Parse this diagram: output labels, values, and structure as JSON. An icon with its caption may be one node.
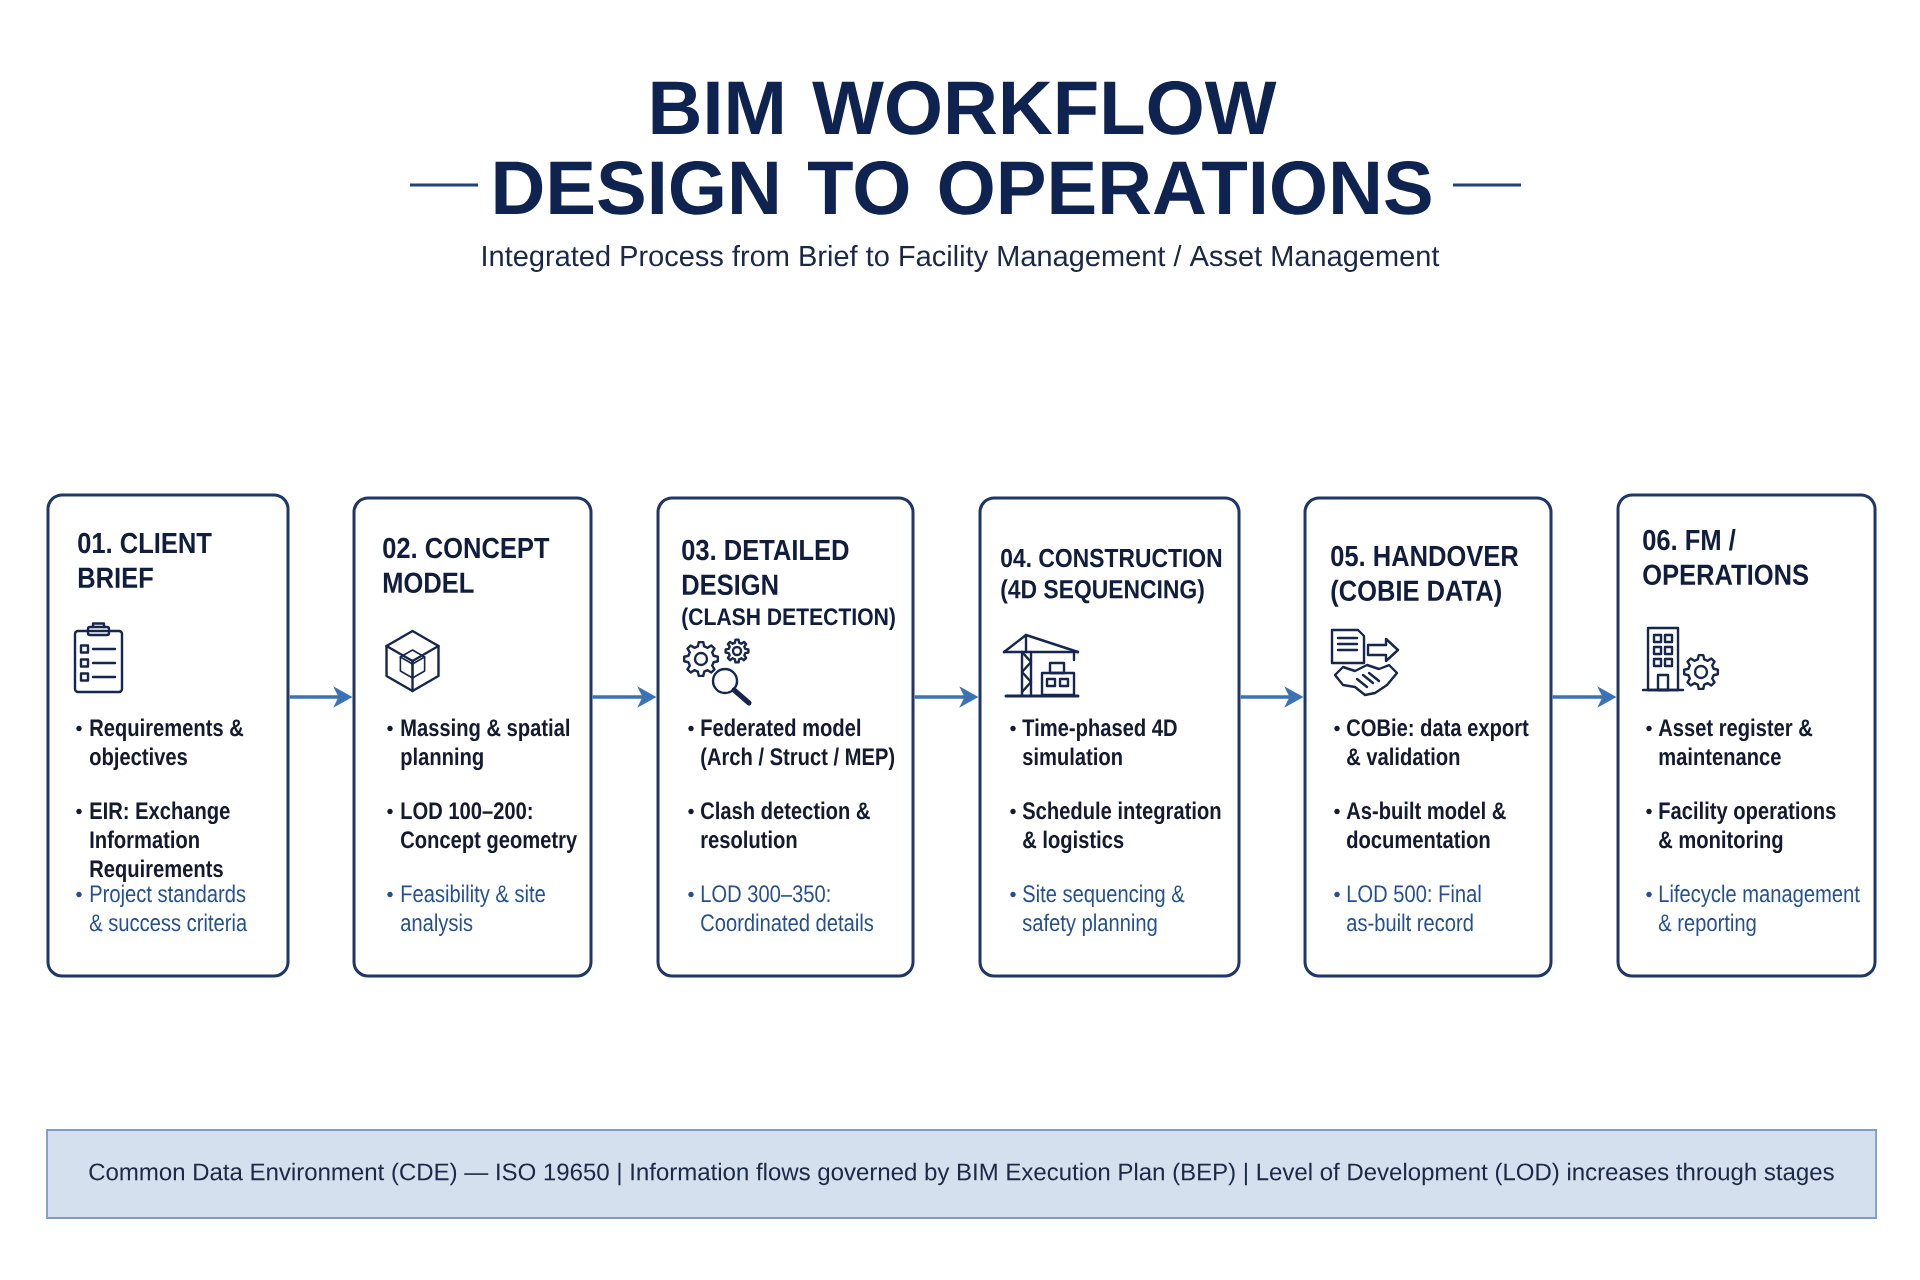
{
  "diagram": {
    "title": "BIM WORKFLOW DESIGN TO OPERATIONS",
    "nodes": [
      {
        "text": [
          "01. CLIENT BRIEF",
          "Requirements & objectives",
          "EIR: Exchange Information Requirements",
          "Project standards & success criteria"
        ]
      },
      {
        "text": [
          "02. CONCEPT MODEL",
          "Massing & spatial planning",
          "LOD 100–200: Concept geometry",
          "Feasibility & site analysis"
        ]
      },
      {
        "text": [
          "03. DETAILED DESIGN",
          "(CLASH DETECTION)",
          "Federated model (Arch / Struct / MEP)",
          "Clash detection & resolution",
          "LOD 300–350: Coordinated details"
        ]
      },
      {
        "text": [
          "04. CONSTRUCTION (4D SEQUENCING)",
          "Time-phased 4D simulation",
          "Schedule integration & logistics",
          "Site sequencing & safety planning"
        ]
      },
      {
        "text": [
          "05. HANDOVER (COBIE DATA)",
          "COBie: data export & validation",
          "As-built model & documentation",
          "LOD 500: Final as-built record"
        ]
      },
      {
        "text": [
          "06. FM / OPERATIONS",
          "Asset register & maintenance",
          "Facility operations & monitoring",
          "Lifecycle management & reporting"
        ]
      },
      {
        "text": [
          "Common Data Environment (CDE) — ISO 19650 | Information flows governed by BIM Execution Plan (BEP) | Level of Development (LOD) increases through stages"
        ]
      }
    ],
    "edges": [
      {
        "from": 0,
        "to": 1,
        "arrow": "to"
      },
      {
        "from": 1,
        "to": 2,
        "arrow": "to"
      },
      {
        "from": 2,
        "to": 3,
        "arrow": "to"
      },
      {
        "from": 3,
        "to": 4,
        "arrow": "to"
      },
      {
        "from": 4,
        "to": 5,
        "arrow": "to"
      }
    ],
    "labels": [
      "Integrated Process from Brief to Facility Management / Asset Management"
    ]
  }
}
